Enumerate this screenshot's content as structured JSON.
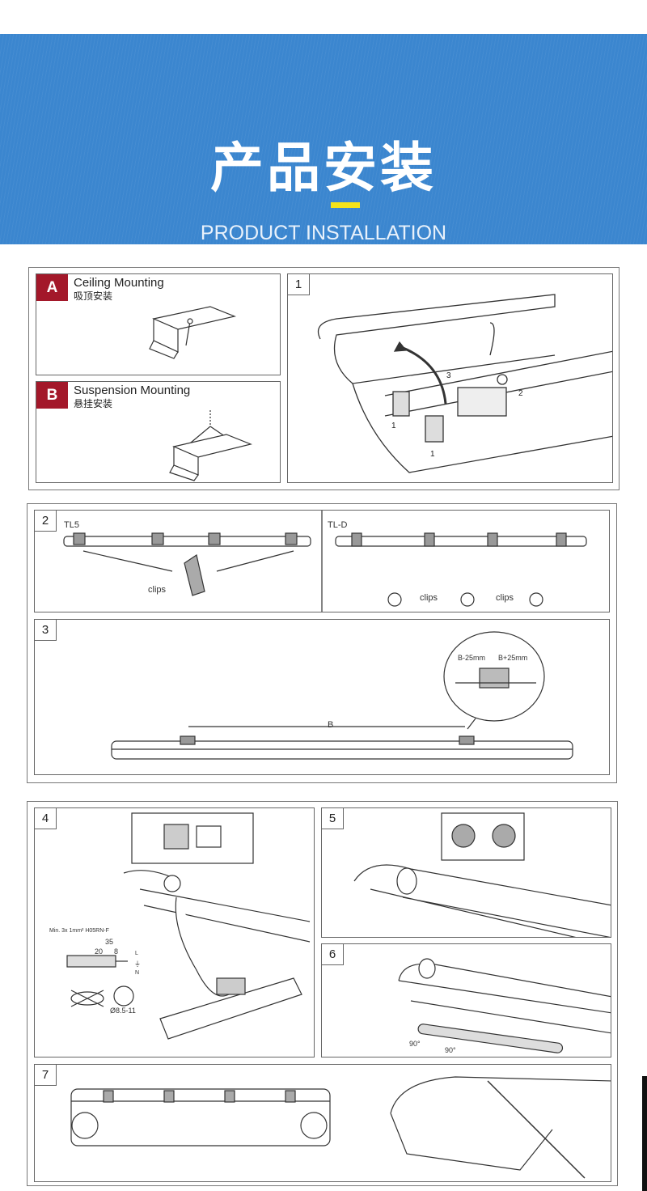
{
  "header": {
    "title": "产品安装",
    "subtitle": "PRODUCT INSTALLATION",
    "accent": "#f4e31a",
    "background": "#3b86cf"
  },
  "mounting": {
    "a": {
      "badge": "A",
      "label": "Ceiling Mounting",
      "label_cn": "吸顶安装"
    },
    "b": {
      "badge": "B",
      "label": "Suspension Mounting",
      "label_cn": "悬挂安装"
    }
  },
  "steps": {
    "s1": {
      "num": "1",
      "callouts": [
        "1",
        "1",
        "2",
        "3"
      ]
    },
    "s2": {
      "num": "2",
      "tl5": "TL5",
      "tld": "TL-D",
      "clips": "clips"
    },
    "s3": {
      "num": "3",
      "dim_b": "B",
      "dim_minus": "B-25mm",
      "dim_plus": "B+25mm"
    },
    "s4": {
      "num": "4",
      "cable": "Min. 3x 1mm² H05RN-F",
      "d35": "35",
      "d20": "20",
      "d8": "8",
      "diameter": "Ø8.5-11",
      "terminals": [
        "L",
        "⏚",
        "N"
      ]
    },
    "s5": {
      "num": "5"
    },
    "s6": {
      "num": "6",
      "angle": "90°"
    },
    "s7": {
      "num": "7"
    }
  }
}
